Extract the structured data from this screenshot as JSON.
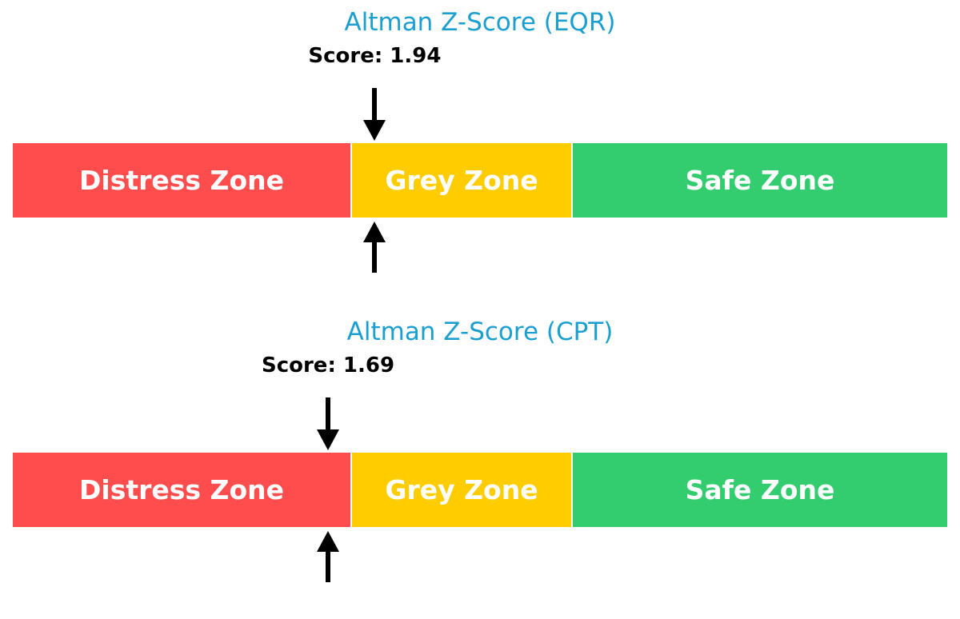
{
  "chart_data": [
    {
      "type": "gauge",
      "title": "Altman Z-Score (EQR)",
      "score_label": "Score: 1.94",
      "score": 1.94,
      "range": [
        0,
        5
      ],
      "zones": [
        {
          "label": "Distress Zone",
          "from": 0,
          "to": 1.81,
          "color": "#ff4d4d"
        },
        {
          "label": "Grey Zone",
          "from": 1.81,
          "to": 2.99,
          "color": "#ffcc00"
        },
        {
          "label": "Safe Zone",
          "from": 2.99,
          "to": 5,
          "color": "#33cc6f"
        }
      ]
    },
    {
      "type": "gauge",
      "title": "Altman Z-Score (CPT)",
      "score_label": "Score: 1.69",
      "score": 1.69,
      "range": [
        0,
        5
      ],
      "zones": [
        {
          "label": "Distress Zone",
          "from": 0,
          "to": 1.81,
          "color": "#ff4d4d"
        },
        {
          "label": "Grey Zone",
          "from": 1.81,
          "to": 2.99,
          "color": "#ffcc00"
        },
        {
          "label": "Safe Zone",
          "from": 2.99,
          "to": 5,
          "color": "#33cc6f"
        }
      ]
    }
  ]
}
